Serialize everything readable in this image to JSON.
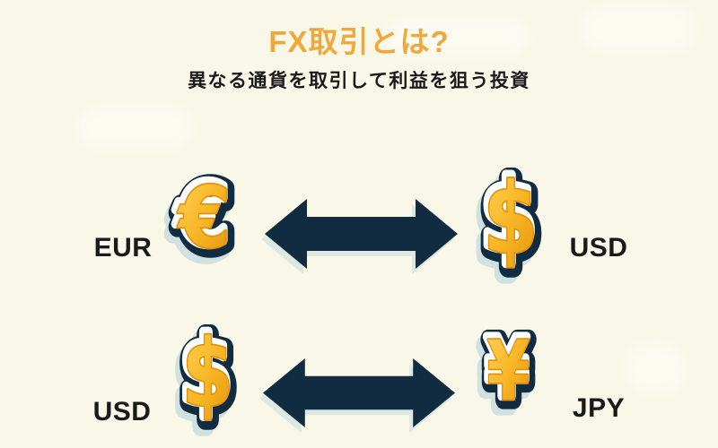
{
  "header": {
    "title": "FX取引とは?",
    "subtitle": "異なる通貨を取引して利益を狙う投資"
  },
  "rows": [
    {
      "left": {
        "label": "EUR",
        "icon": "euro-icon",
        "glyph": "€"
      },
      "arrow": {
        "icon": "double-headed-arrow-icon",
        "direction": "both",
        "glyph": "↔"
      },
      "right": {
        "label": "USD",
        "icon": "dollar-icon",
        "glyph": "$"
      }
    },
    {
      "left": {
        "label": "USD",
        "icon": "dollar-icon",
        "glyph": "$"
      },
      "arrow": {
        "icon": "double-headed-arrow-icon",
        "direction": "both",
        "glyph": "↔"
      },
      "right": {
        "label": "JPY",
        "icon": "yen-icon",
        "glyph": "¥"
      }
    }
  ],
  "colors": {
    "background": "#F9F7E7",
    "title": "#F1A83B",
    "text": "#1A1A1A",
    "navy": "#112B40",
    "gold": "#F7B322",
    "gold_light": "#FFD45A",
    "gold_dark": "#E0930E"
  }
}
